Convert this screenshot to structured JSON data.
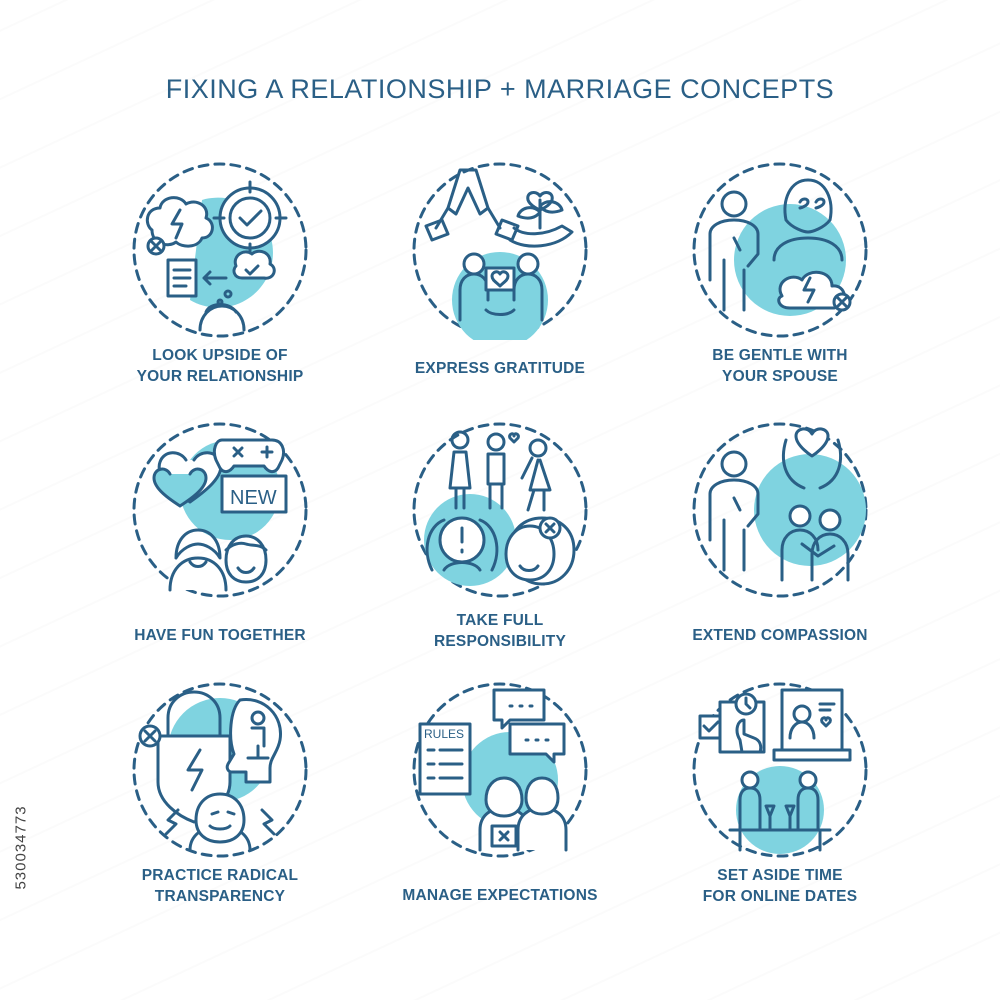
{
  "title": "FIXING A RELATIONSHIP + MARRIAGE CONCEPTS",
  "stock_id": "530034773",
  "colors": {
    "stroke": "#2a5f86",
    "accent": "#7fd3e0",
    "text": "#2a5f86"
  },
  "concepts": [
    {
      "label": "LOOK UPSIDE OF\nYOUR RELATIONSHIP",
      "icon": "thought-cloud-checkmark-icon"
    },
    {
      "label": "EXPRESS GRATITUDE",
      "icon": "praying-hands-heart-plant-icon"
    },
    {
      "label": "BE GENTLE WITH\nYOUR SPOUSE",
      "icon": "couple-storm-cloud-icon"
    },
    {
      "label": "HAVE FUN TOGETHER",
      "icon": "hearts-gamepad-icon"
    },
    {
      "label": "TAKE FULL\nRESPONSIBILITY",
      "icon": "figures-exclamation-icon"
    },
    {
      "label": "EXTEND COMPASSION",
      "icon": "hands-heart-hug-icon"
    },
    {
      "label": "PRACTICE RADICAL\nTRANSPARENCY",
      "icon": "lock-lightning-mind-icon"
    },
    {
      "label": "MANAGE EXPECTATIONS",
      "icon": "rules-chat-couple-icon"
    },
    {
      "label": "SET ASIDE TIME\nFOR ONLINE DATES",
      "icon": "video-call-dinner-icon"
    }
  ]
}
